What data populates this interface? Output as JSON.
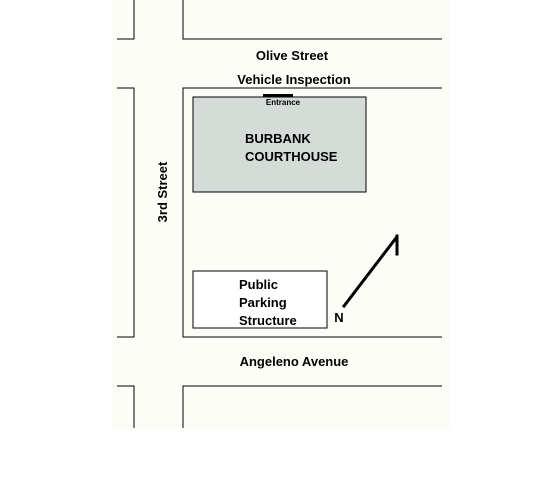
{
  "map": {
    "streets": {
      "north": "Olive Street",
      "west": "3rd Street",
      "south": "Angeleno Avenue"
    },
    "notes": {
      "vehicle_inspection": "Vehicle Inspection",
      "entrance": "Entrance"
    },
    "courthouse": {
      "line1": "BURBANK",
      "line2": "COURTHOUSE"
    },
    "parking": {
      "line1": "Public",
      "line2": "Parking",
      "line3": "Structure"
    },
    "north_arrow": {
      "label": "N"
    }
  },
  "colors": {
    "background_area": "#fdfdf8",
    "courthouse_fill": "#d5dcd8",
    "parking_fill": "#ffffff",
    "outline": "#000000"
  }
}
